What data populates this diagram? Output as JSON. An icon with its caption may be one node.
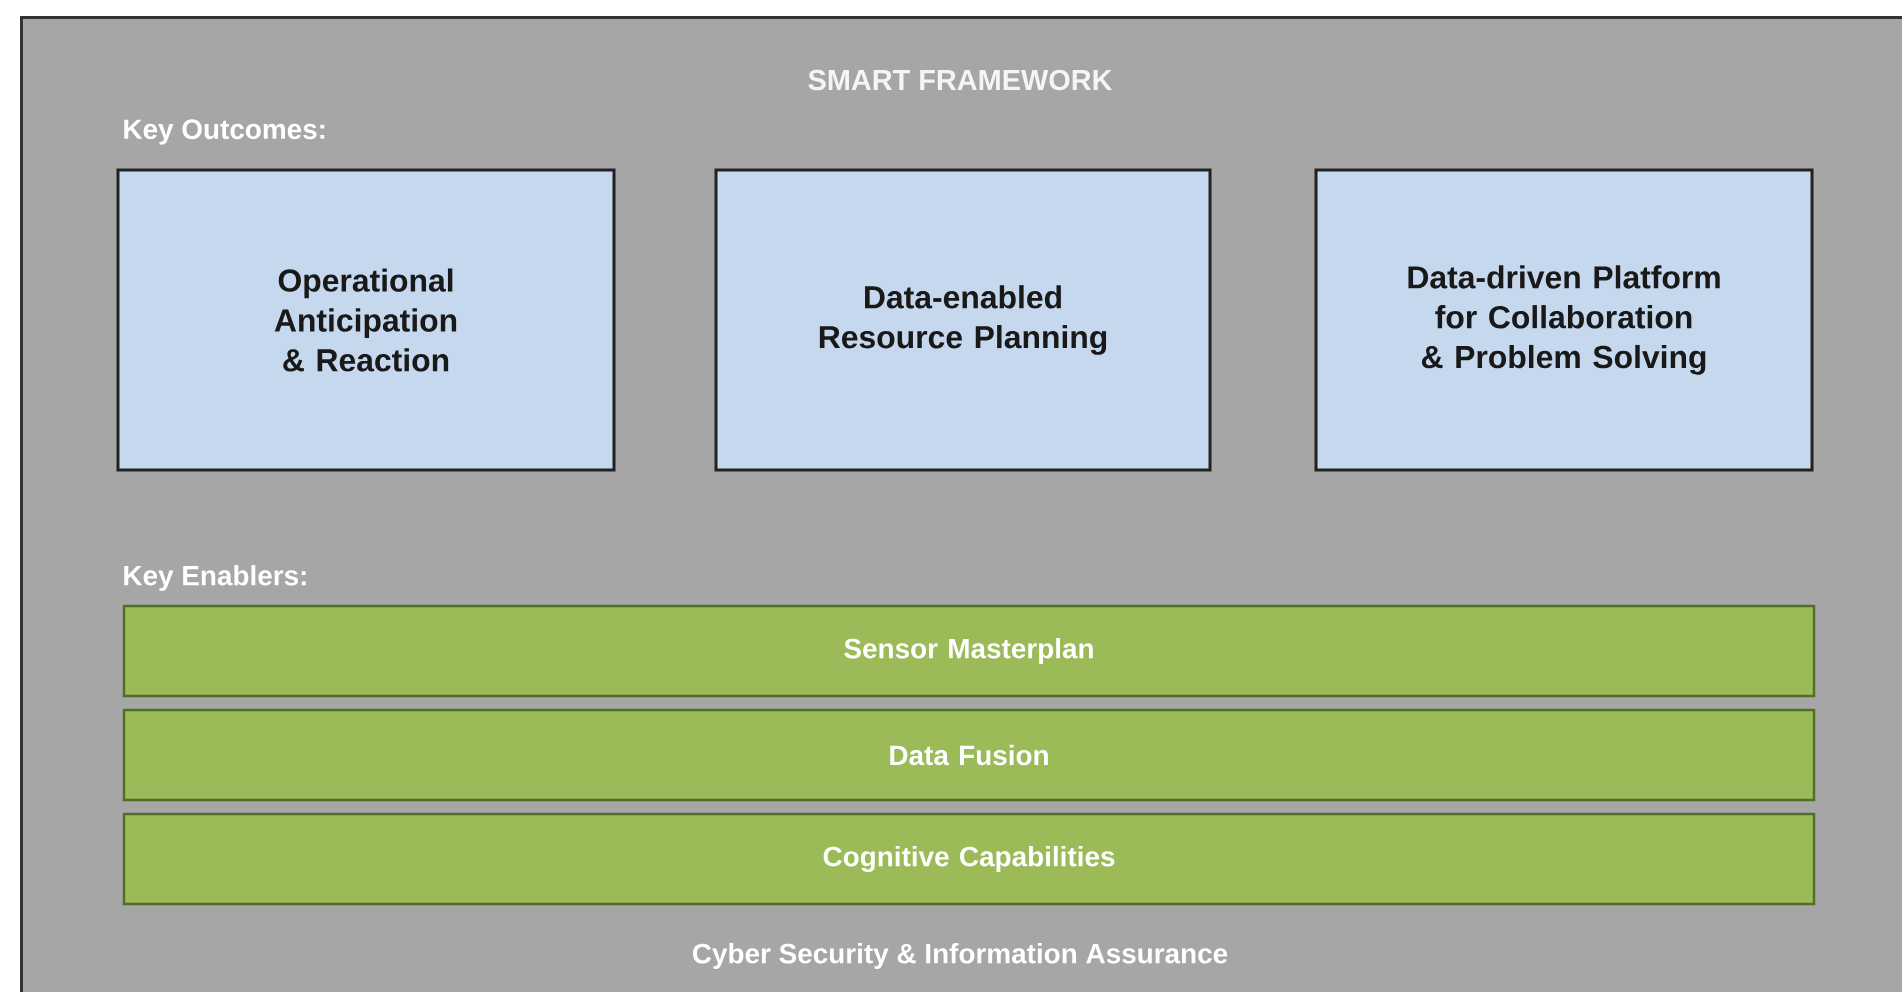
{
  "diagram": {
    "title": "SMART FRAMEWORK",
    "nodes": [
      {
        "text": [
          "Key Outcomes:",
          "Key Enablers:",
          "Cyber Security & Information Assurance"
        ]
      },
      {
        "text": [
          "Operational Anticipation & Reaction"
        ],
        "in": 0
      },
      {
        "text": [
          "Data-enabled Resource Planning"
        ],
        "in": 0
      },
      {
        "text": [
          "Data-driven Platform for Collaboration & Problem Solving"
        ],
        "in": 0
      },
      {
        "text": [
          "Sensor Masterplan"
        ],
        "in": 0
      },
      {
        "text": [
          "Data Fusion"
        ],
        "in": 0
      },
      {
        "text": [
          "Cognitive Capabilities"
        ],
        "in": 0
      }
    ],
    "edges": []
  }
}
